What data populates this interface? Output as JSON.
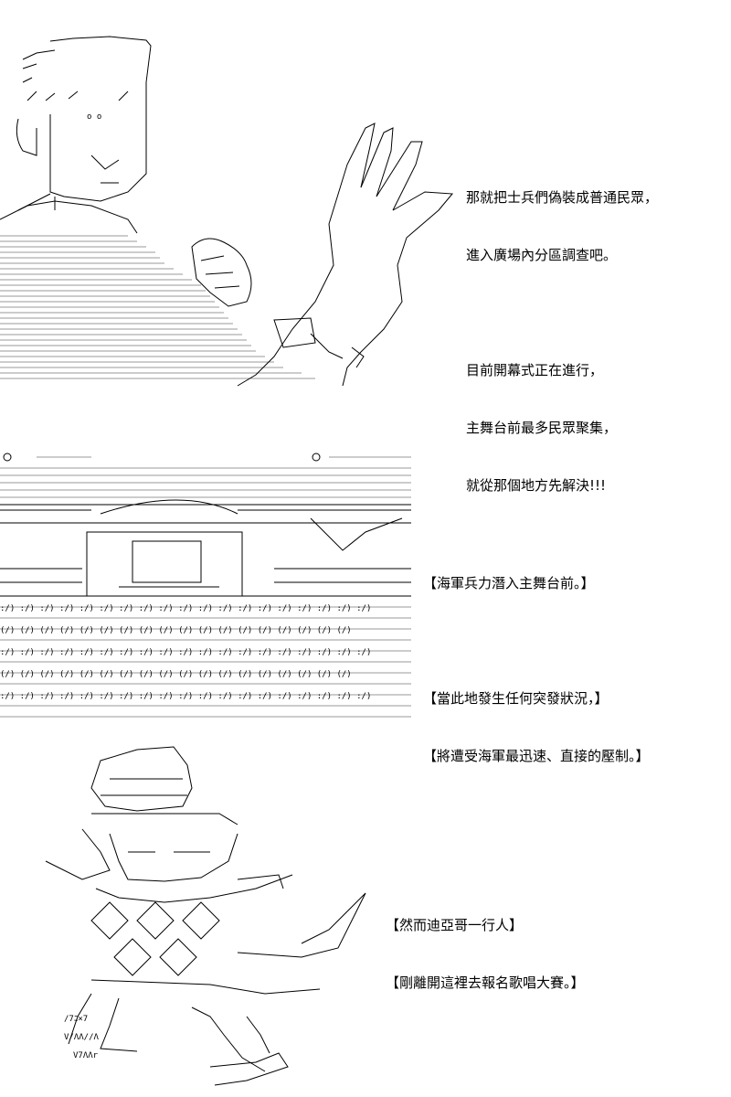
{
  "panel1": {
    "caption": [
      "那就把士兵們偽裝成普通民眾，",
      "進入廣場內分區調查吧。",
      "",
      "目前開幕式正在進行，",
      "主舞台前最多民眾聚集，",
      "就從那個地方先解決!!!"
    ]
  },
  "panel2": {
    "caption": [
      "【海軍兵力潛入主舞台前。】",
      "",
      "【當此地發生任何突發狀況，】",
      "【將遭受海軍最迅速、直接的壓制。】"
    ]
  },
  "panel3": {
    "caption": [
      "【然而迪亞哥一行人】",
      "【剛離開這裡去報名歌唱大賽。】"
    ]
  }
}
